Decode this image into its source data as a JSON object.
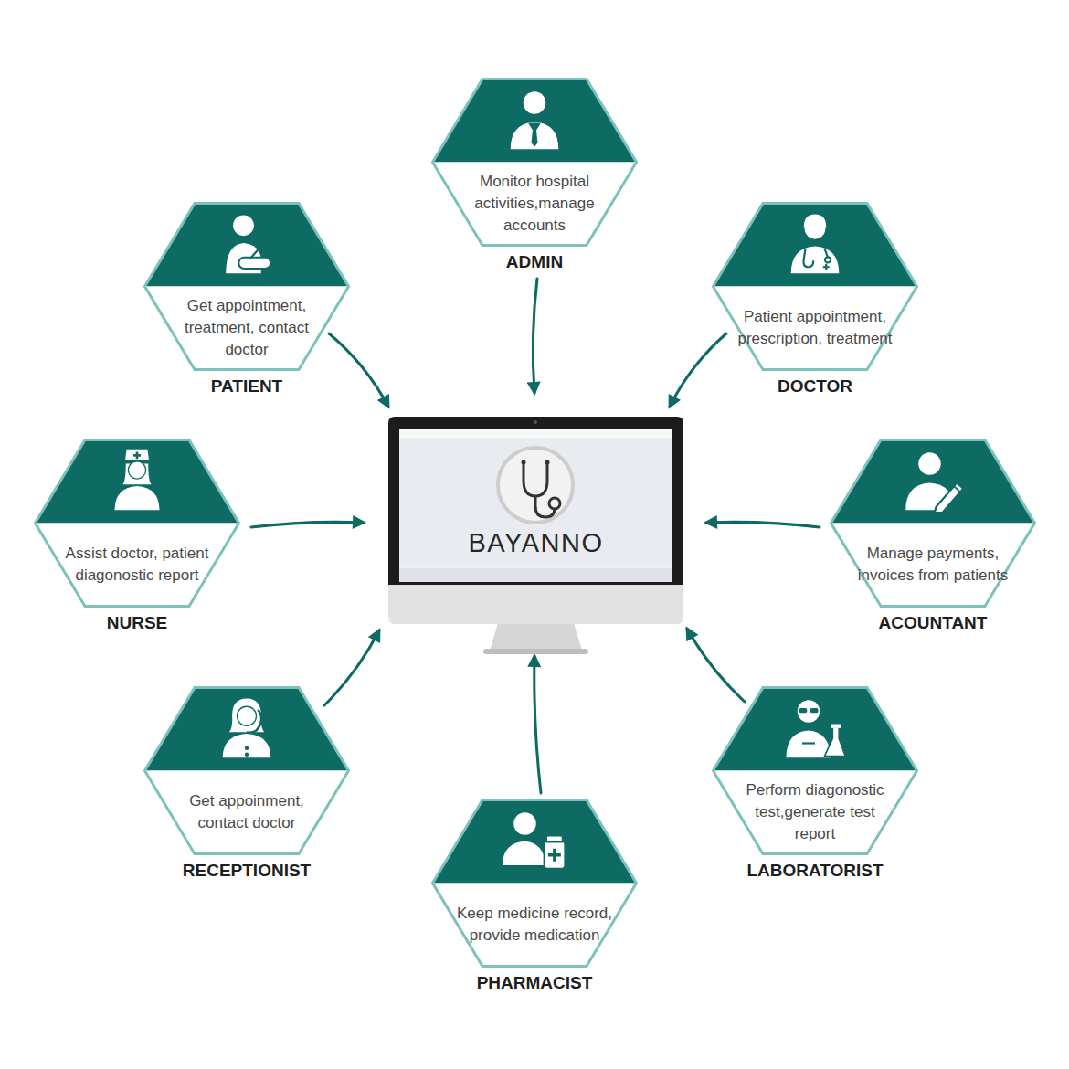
{
  "diagram": {
    "nodes": [
      {
        "text": [
          "Monitor hospital activities,manage accounts",
          "ADMIN"
        ]
      },
      {
        "text": [
          "Get appointment, treatment, contact doctor",
          "PATIENT"
        ]
      },
      {
        "text": [
          "Patient appointment, prescription, treatment",
          "DOCTOR"
        ]
      },
      {
        "text": [
          "Assist doctor, patient diagonostic report",
          "NURSE"
        ]
      },
      {
        "text": [
          "BAYANNO"
        ]
      },
      {
        "text": [
          "Manage payments, invoices from patients",
          "ACOUNTANT"
        ]
      },
      {
        "text": [
          "Get appoinment, contact doctor",
          "RECEPTIONIST"
        ]
      },
      {
        "text": [
          "Perform diagonostic test,generate test report",
          "LABORATORIST"
        ]
      },
      {
        "text": [
          "Keep medicine record, provide medication",
          "PHARMACIST"
        ]
      }
    ],
    "edges": [
      {
        "from": 0,
        "to": 4,
        "arrow": "to"
      },
      {
        "from": 1,
        "to": 4,
        "arrow": "to"
      },
      {
        "from": 2,
        "to": 4,
        "arrow": "to"
      },
      {
        "from": 3,
        "to": 4,
        "arrow": "to"
      },
      {
        "from": 5,
        "to": 4,
        "arrow": "to"
      },
      {
        "from": 6,
        "to": 4,
        "arrow": "to"
      },
      {
        "from": 7,
        "to": 4,
        "arrow": "to"
      },
      {
        "from": 8,
        "to": 4,
        "arrow": "to"
      }
    ]
  }
}
